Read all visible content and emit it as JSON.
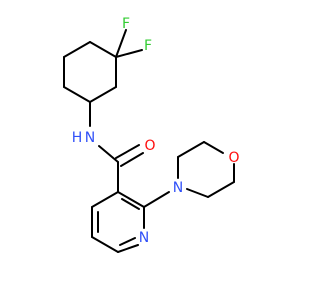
{
  "diagram": {
    "atoms": {
      "f1": {
        "symbol": "F",
        "color": "#33cc33"
      },
      "f2": {
        "symbol": "F",
        "color": "#33cc33"
      },
      "nh": {
        "symbol": "N",
        "suffix": "H",
        "color": "#3050f8"
      },
      "o_carbonyl": {
        "symbol": "O",
        "color": "#ff0d0d"
      },
      "n_morpholine": {
        "symbol": "N",
        "color": "#3050f8"
      },
      "o_morpholine": {
        "symbol": "O",
        "color": "#ff0d0d"
      },
      "n_pyridine": {
        "symbol": "N",
        "color": "#3050f8"
      }
    },
    "bond_color": "#000000"
  }
}
